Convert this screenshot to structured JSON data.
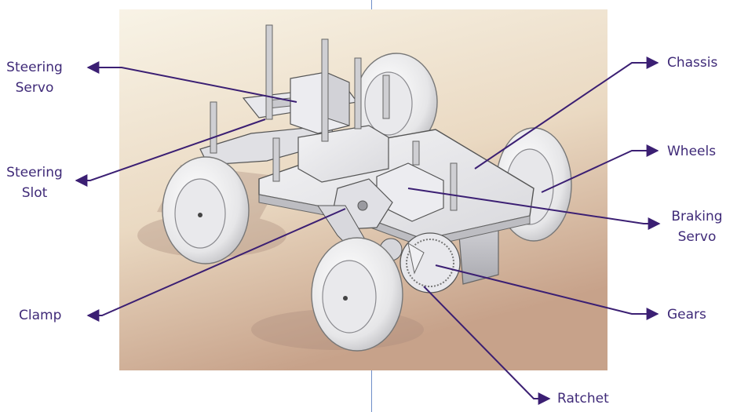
{
  "labels": {
    "steering_servo": [
      "Steering",
      "Servo"
    ],
    "steering_slot": [
      "Steering",
      "Slot"
    ],
    "clamp": "Clamp",
    "chassis": "Chassis",
    "wheels": "Wheels",
    "braking_servo": [
      "Braking",
      "Servo"
    ],
    "gears": "Gears",
    "ratchet": "Ratchet"
  },
  "colors": {
    "leader": "#3b1f73",
    "label_text": "#3f2a78",
    "guide_line": "#6f8ec9",
    "background_top": "#f7f1e0",
    "background_bottom": "#c9a790"
  }
}
